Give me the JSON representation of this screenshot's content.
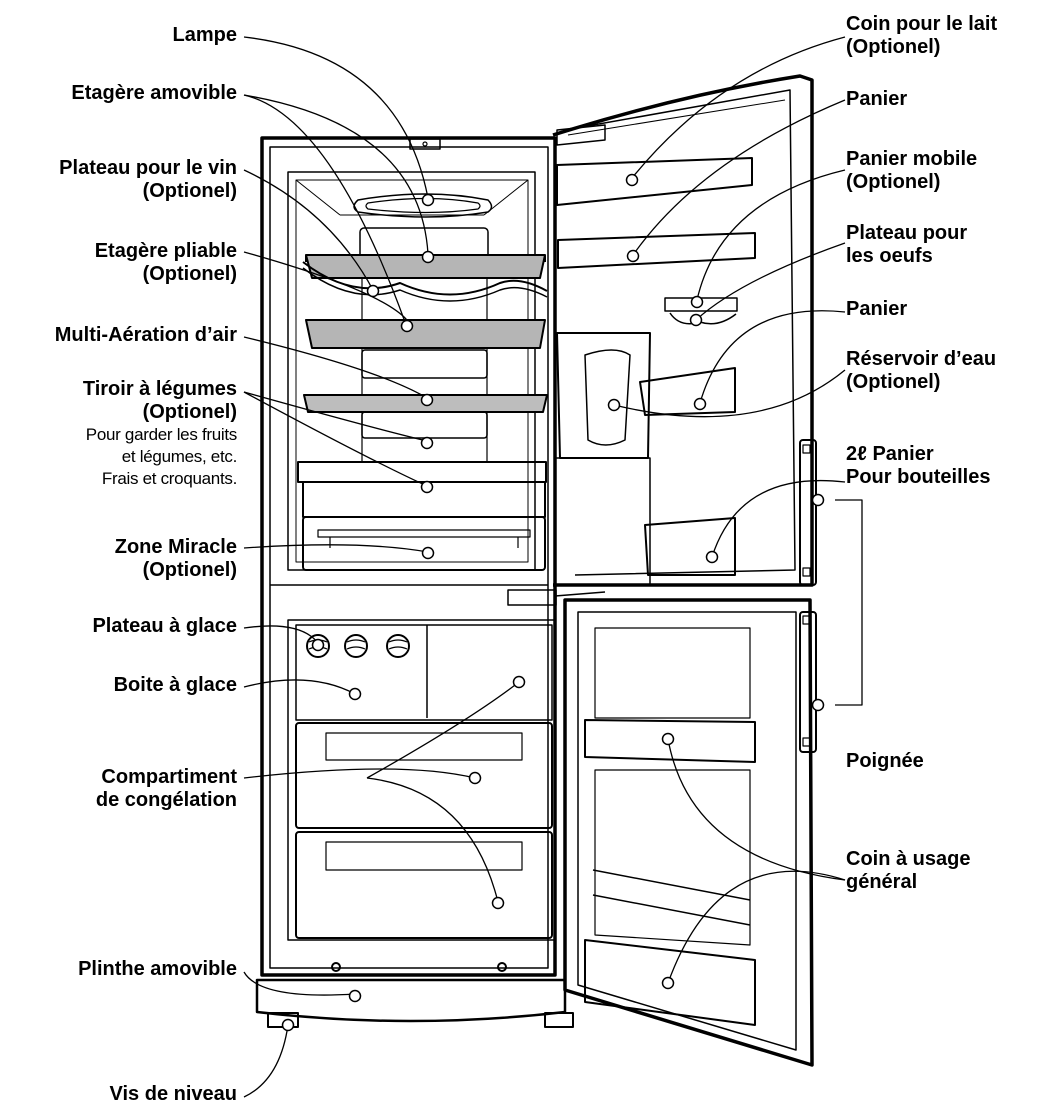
{
  "labels": {
    "lampe": "Lampe",
    "etagere_amovible": "Etagère amovible",
    "plateau_vin": [
      "Plateau pour le vin",
      "(Optionel)"
    ],
    "etagere_pliable": [
      "Etagère pliable",
      "(Optionel)"
    ],
    "multi_aeration": "Multi-Aération d’air",
    "tiroir_legumes": [
      "Tiroir à légumes",
      "(Optionel)"
    ],
    "tiroir_legumes_desc": [
      "Pour garder les fruits",
      "et légumes, etc.",
      "Frais et croquants."
    ],
    "zone_miracle": [
      "Zone Miracle",
      "(Optionel)"
    ],
    "plateau_glace": "Plateau à glace",
    "boite_glace": "Boite à glace",
    "compartiment": [
      "Compartiment",
      "de congélation"
    ],
    "plinthe": "Plinthe amovible",
    "vis_niveau": "Vis de niveau",
    "coin_lait": [
      "Coin pour le lait",
      "(Optionel)"
    ],
    "panier_1": "Panier",
    "panier_mobile": [
      "Panier mobile",
      "(Optionel)"
    ],
    "plateau_oeufs": [
      "Plateau pour",
      "les oeufs"
    ],
    "panier_2": "Panier",
    "reservoir": [
      "Réservoir d’eau",
      "(Optionel)"
    ],
    "panier_bouteilles": [
      "2ℓ Panier",
      "Pour bouteilles"
    ],
    "poignee": "Poignée",
    "coin_usage": [
      "Coin à usage",
      "général"
    ]
  }
}
